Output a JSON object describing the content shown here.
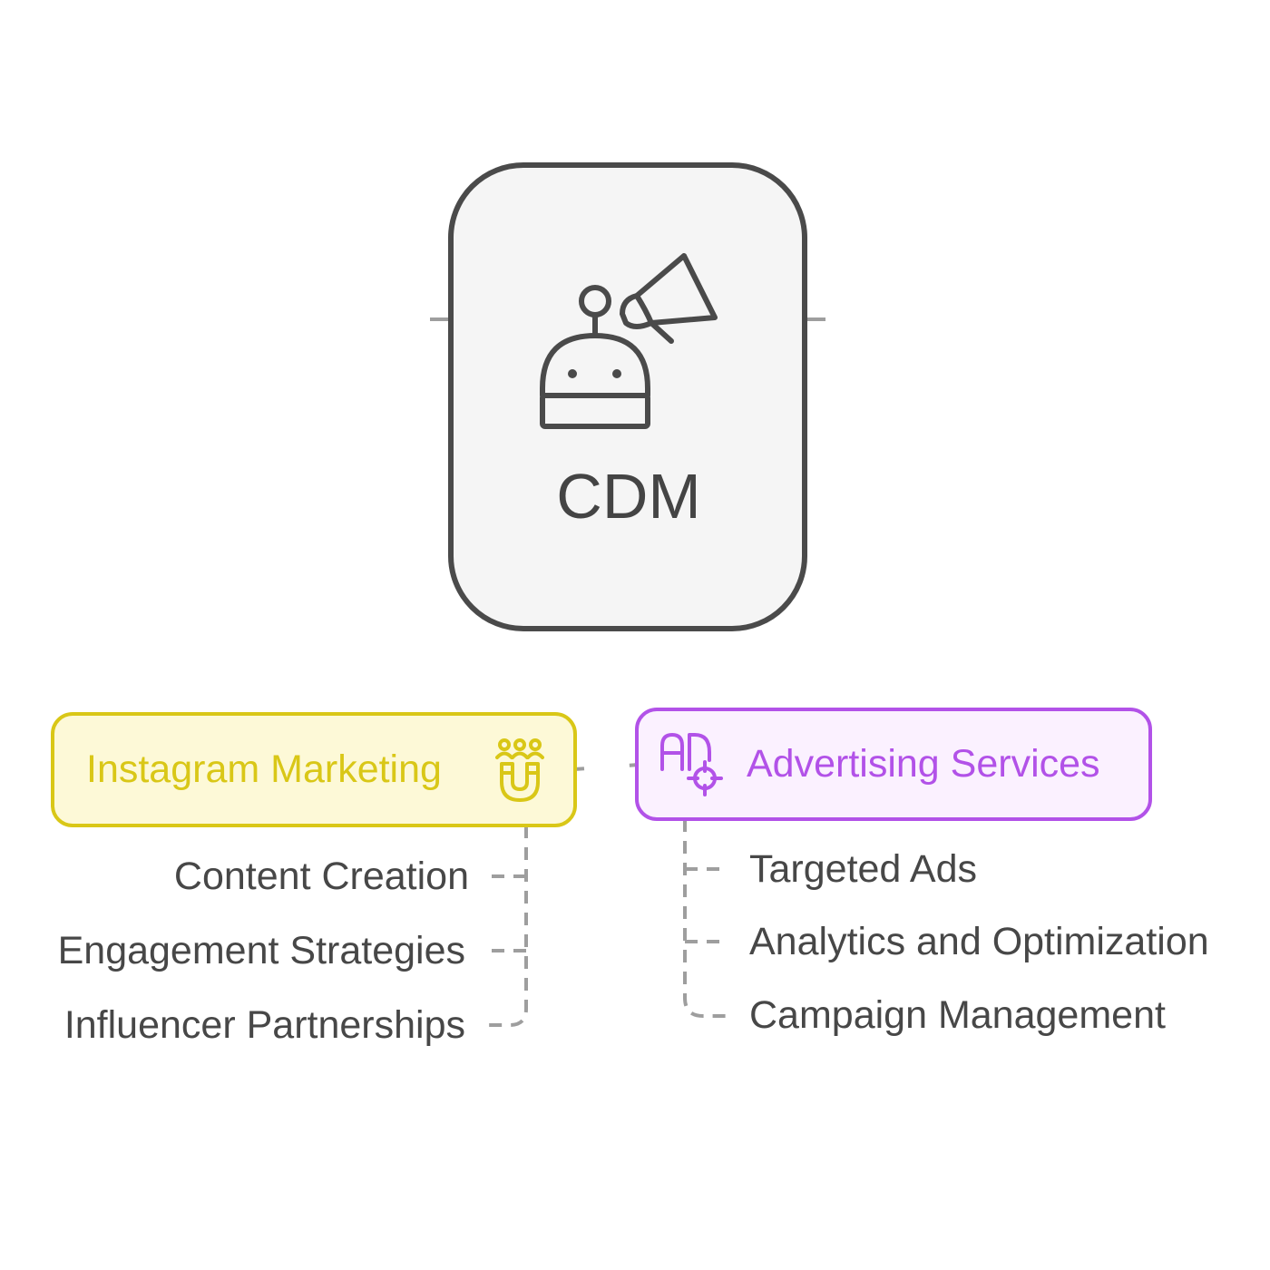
{
  "root": {
    "title": "CDM",
    "icon": "robot-megaphone-icon",
    "stroke_color": "#4a4a4a",
    "fill_color": "#f5f5f5"
  },
  "branches": [
    {
      "title": "Instagram Marketing",
      "icon": "magnet-people-icon",
      "color": "#d9c717",
      "fill_color": "#fdf9d7",
      "children": [
        {
          "label": "Content Creation"
        },
        {
          "label": "Engagement Strategies"
        },
        {
          "label": "Influencer Partnerships"
        }
      ]
    },
    {
      "title": "Advertising Services",
      "icon": "ad-target-icon",
      "color": "#b252e8",
      "fill_color": "#fbf1ff",
      "children": [
        {
          "label": "Targeted Ads"
        },
        {
          "label": "Analytics and Optimization"
        },
        {
          "label": "Campaign Management"
        }
      ]
    }
  ],
  "connector_color": "#9e9e9e"
}
